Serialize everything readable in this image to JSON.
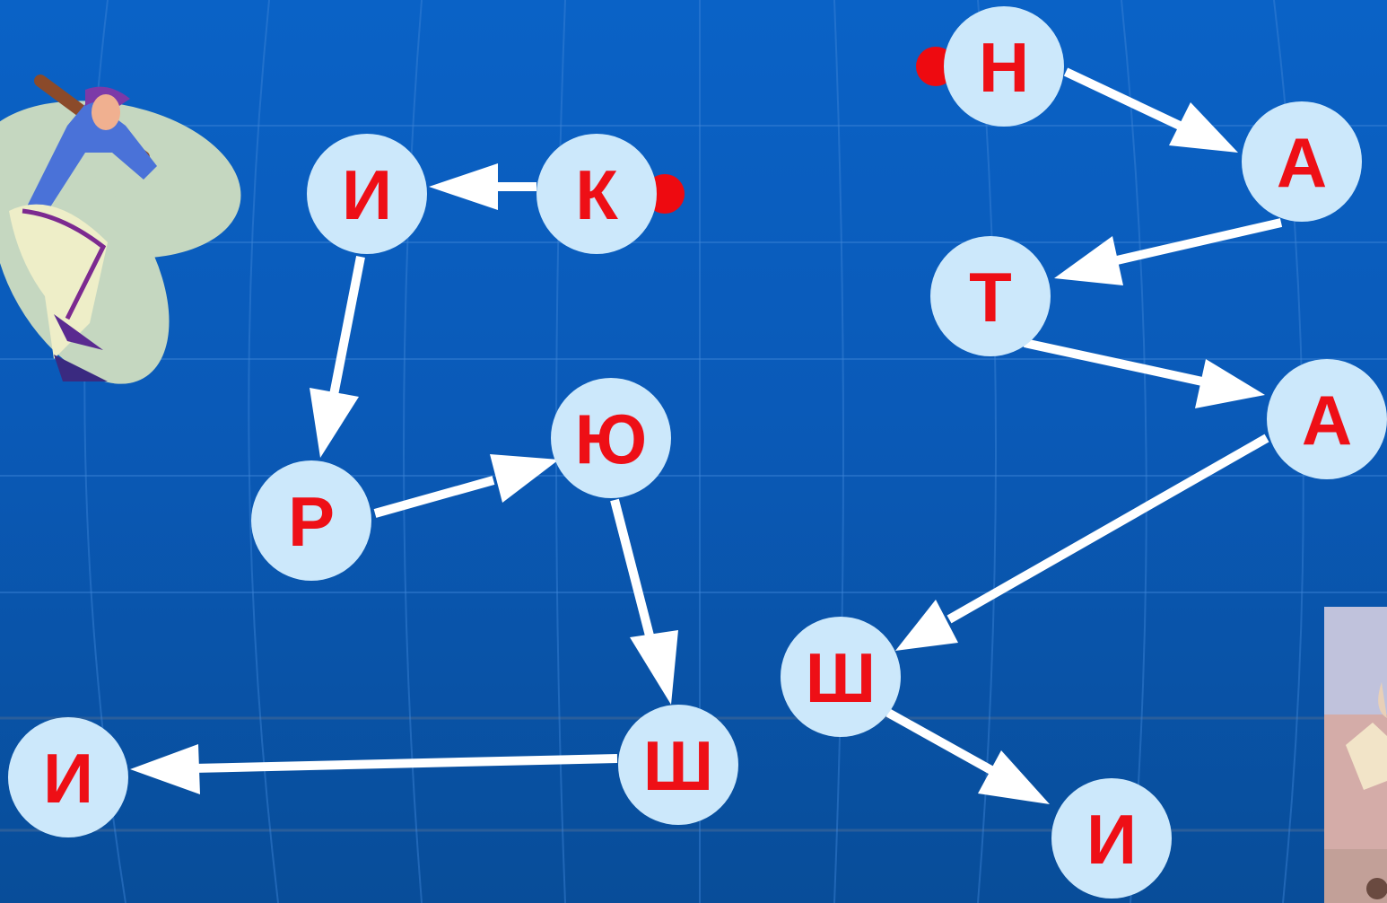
{
  "colors": {
    "background": "#0a5ab8",
    "node_fill": "#cce8fb",
    "letter": "#ee0f16",
    "arrow": "#ffffff",
    "start_dot": "#ee0a10"
  },
  "words": [
    {
      "letters": [
        "К",
        "И",
        "Р",
        "Ю",
        "Ш",
        "И"
      ]
    },
    {
      "letters": [
        "Н",
        "А",
        "Т",
        "А",
        "Ш",
        "И"
      ]
    }
  ],
  "icons": {
    "left_clipart": "baseball-player-icon",
    "right_clipart": "person-reading-icon"
  }
}
